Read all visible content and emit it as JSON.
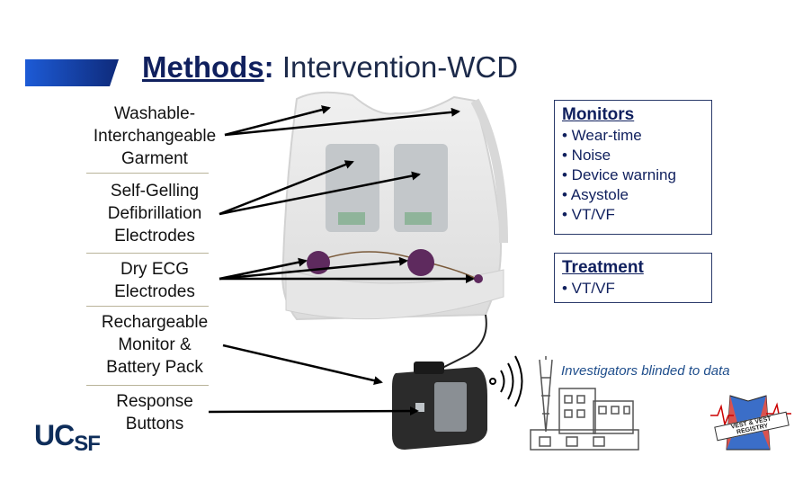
{
  "title": {
    "bold": "Methods",
    "colon": ":",
    "rest": " Intervention-WCD"
  },
  "labels": [
    "Washable-\nInterchangeable\nGarment",
    "Self-Gelling\nDefibrillation\nElectrodes",
    "Dry ECG\nElectrodes",
    "Rechargeable\nMonitor &\nBattery Pack",
    "Response\nButtons"
  ],
  "monitors_box": {
    "title": "Monitors",
    "items": [
      "• Wear-time",
      "• Noise",
      "• Device warning",
      "• Asystole",
      "• VT/VF"
    ]
  },
  "treatment_box": {
    "title": "Treatment",
    "items": [
      "• VT/VF"
    ]
  },
  "investigators_note": "Investigators blinded to data",
  "logo": {
    "ucsf_main": "UC",
    "ucsf_sub": "SF"
  },
  "vest_logo_text": "VEST & VEST REGISTRY",
  "colors": {
    "navy": "#10205e",
    "accent_blue": "#1f4e8c",
    "separator": "#b9b39a"
  }
}
